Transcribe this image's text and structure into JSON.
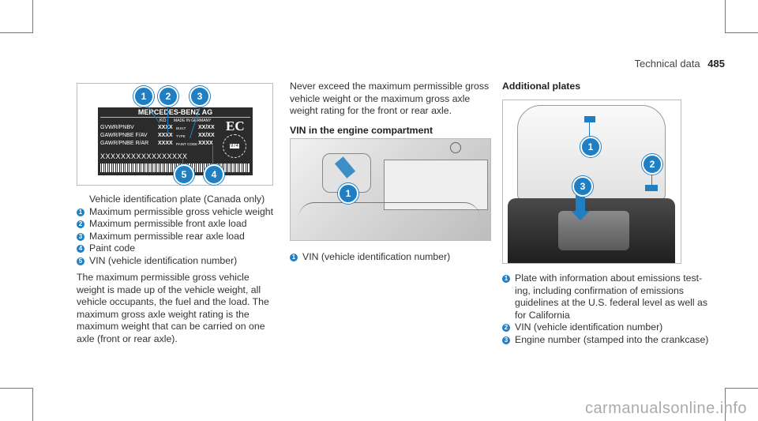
{
  "header": {
    "section": "Technical data",
    "page": "485"
  },
  "plate": {
    "brand": "MERCEDES-BENZ AG",
    "kg": "KG",
    "made_in": "MADE IN GERMANY",
    "rows": [
      {
        "label": "GVWR/PNBV",
        "value": "XXXX",
        "field": "BUILT",
        "field_value": "XX/XX"
      },
      {
        "label": "GAWR/PNBE F/AV",
        "value": "XXXX",
        "field": "TYPE",
        "field_value": "XX/XX"
      },
      {
        "label": "GAWR/PNBE R/AR",
        "value": "XXXX",
        "field": "PAINT CODE",
        "field_value": "XXXX"
      }
    ],
    "vin": "XXXXXXXXXXXXXXXXX",
    "ec": "EC",
    "seal_text": "974",
    "callouts": [
      "1",
      "2",
      "3",
      "4",
      "5"
    ]
  },
  "left": {
    "caption": "Vehicle identification plate (Canada only)",
    "items": [
      {
        "n": "1",
        "text": "Maximum permissible gross vehicle weight"
      },
      {
        "n": "2",
        "text": "Maximum permissible front axle load"
      },
      {
        "n": "3",
        "text": "Maximum permissible rear axle load"
      },
      {
        "n": "4",
        "text": "Paint code"
      },
      {
        "n": "5",
        "text": "VIN (vehicle identification number)"
      }
    ],
    "para": "The maximum permissible gross vehicle weight is made up of the vehicle weight, all vehicle occupants, the fuel and the load. The maximum gross axle weight rating is the maximum weight that can be carried on one axle (front or rear axle)."
  },
  "middle": {
    "intro": "Never exceed the maximum permissible gross vehicle weight or the maximum gross axle weight rating for the front or rear axle.",
    "heading": "VIN in the engine compartment",
    "callouts": [
      "1"
    ],
    "items": [
      {
        "n": "1",
        "text": "VIN (vehicle identification number)"
      }
    ]
  },
  "right": {
    "heading": "Additional plates",
    "callouts": [
      "1",
      "2",
      "3"
    ],
    "items": [
      {
        "n": "1",
        "text": "Plate with information about emissions test-ing, including confirmation of emissions guidelines at the U.S. federal level as well as for California"
      },
      {
        "n": "2",
        "text": "VIN (vehicle identification number)"
      },
      {
        "n": "3",
        "text": "Engine number (stamped into the crankcase)"
      }
    ]
  },
  "watermark": "carmanualsonline.info"
}
